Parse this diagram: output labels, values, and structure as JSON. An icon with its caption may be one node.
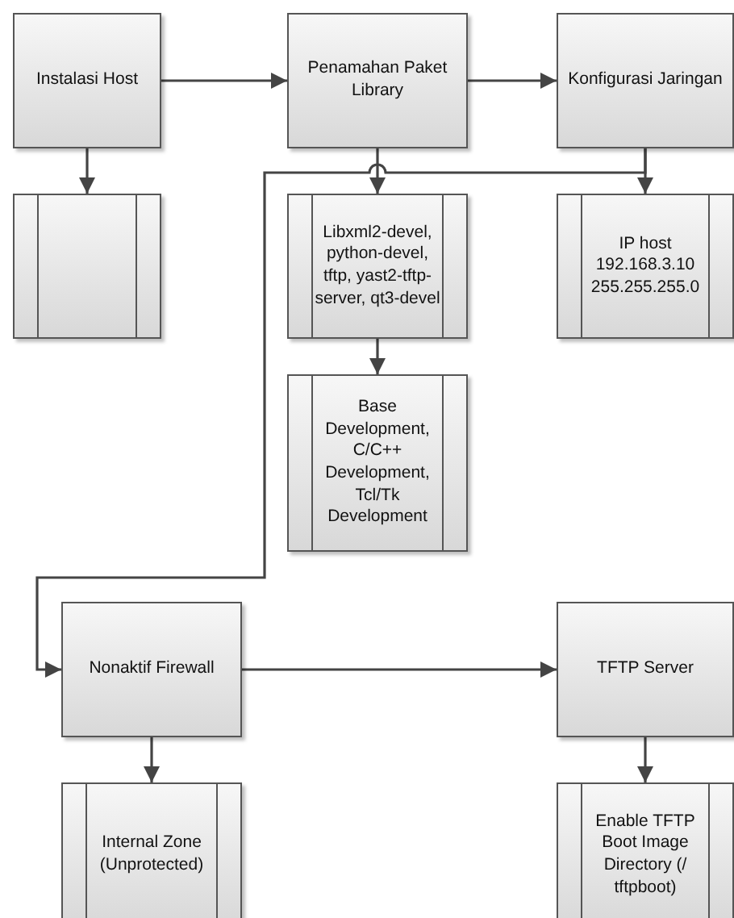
{
  "diagram": {
    "nodes": [
      {
        "text": [
          "Instalasi Host"
        ]
      },
      {
        "text": [
          "Penamahan Paket Library"
        ]
      },
      {
        "text": [
          "Konfigurasi Jaringan"
        ]
      },
      {
        "text": [],
        "shape": "box"
      },
      {
        "text": [
          "Libxml2-devel, python-devel, tftp, yast2-tftp-server, qt3-devel"
        ]
      },
      {
        "text": [
          "Base Development, C/C++ Development, Tcl/Tk Development"
        ]
      },
      {
        "text": [
          "IP host 192.168.3.10 255.255.255.0"
        ]
      },
      {
        "text": [
          "Nonaktif Firewall"
        ]
      },
      {
        "text": [
          "TFTP Server"
        ]
      },
      {
        "text": [
          "Internal Zone (Unprotected)"
        ]
      },
      {
        "text": [
          "Enable TFTP Boot Image Directory (/ tftpboot)"
        ]
      }
    ],
    "edges": [
      {
        "from": 0,
        "to": 1,
        "arrow": "to"
      },
      {
        "from": 1,
        "to": 2,
        "arrow": "to"
      },
      {
        "from": 0,
        "to": 3,
        "arrow": "to"
      },
      {
        "from": 1,
        "to": 4,
        "arrow": "to"
      },
      {
        "from": 4,
        "to": 5,
        "arrow": "to"
      },
      {
        "from": 2,
        "to": 6,
        "arrow": "to"
      },
      {
        "from": 2,
        "to": 7,
        "arrow": "to"
      },
      {
        "from": 7,
        "to": 8,
        "arrow": "to"
      },
      {
        "from": 7,
        "to": 9,
        "arrow": "to"
      },
      {
        "from": 8,
        "to": 10,
        "arrow": "to"
      }
    ]
  }
}
